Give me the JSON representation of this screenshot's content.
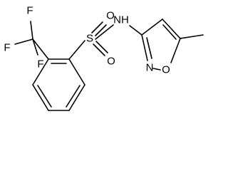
{
  "structure": {
    "atoms": {
      "F_top": "F",
      "F_left": "F",
      "F_bottom": "F",
      "S": "S",
      "O_top": "O",
      "O_bottom": "O",
      "NH": "NH",
      "N_ring": "N",
      "O_ring": "O"
    }
  }
}
